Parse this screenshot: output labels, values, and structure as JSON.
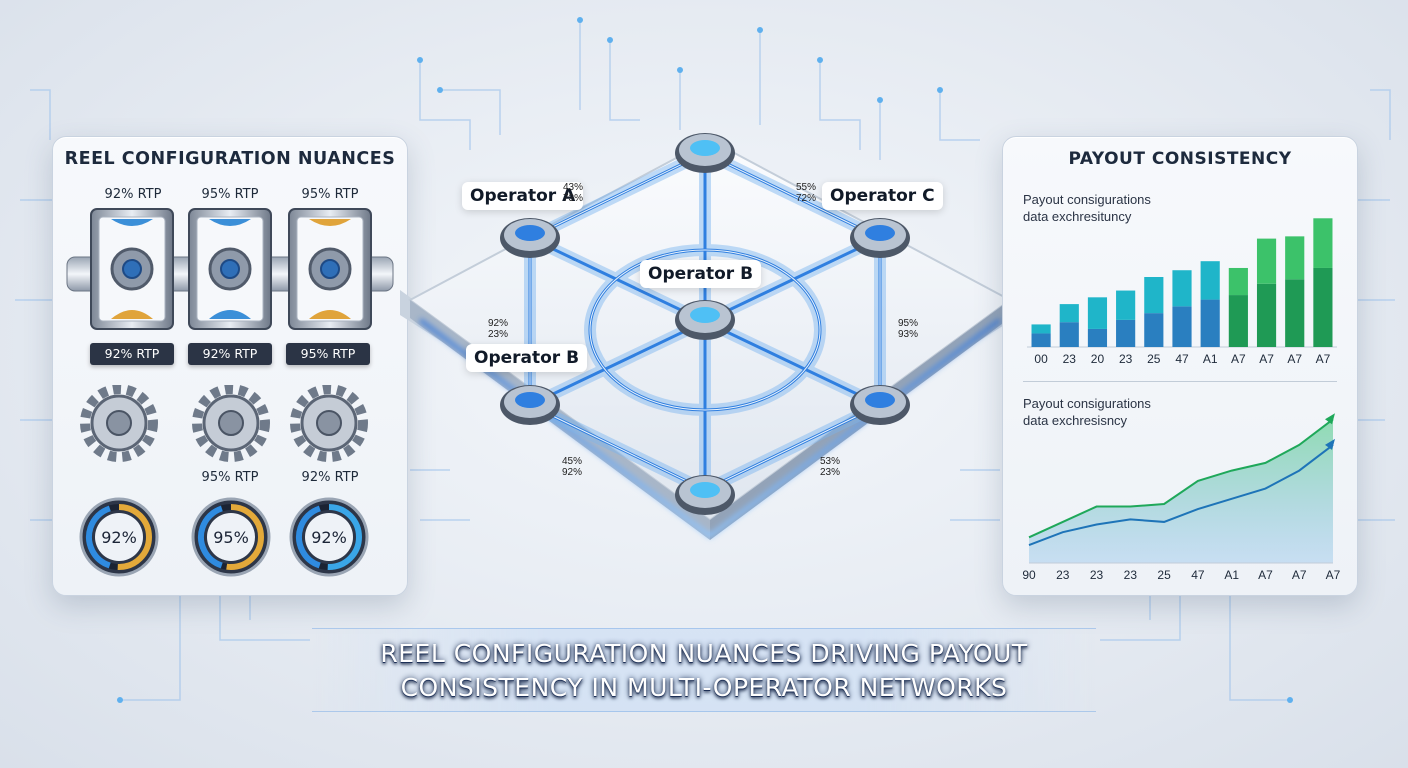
{
  "left_panel": {
    "title": "REEL CONFIGURATION NUANCES",
    "top_labels": [
      "92% RTP",
      "95% RTP",
      "95% RTP"
    ],
    "pill_labels": [
      "92% RTP",
      "92% RTP",
      "95% RTP"
    ],
    "gear_labels": [
      "95% RTP",
      "92% RTP"
    ],
    "gauges": [
      {
        "label": "92%",
        "value": 0.92,
        "color": "#e3a93a"
      },
      {
        "label": "95%",
        "value": 0.95,
        "color": "#e3a93a"
      },
      {
        "label": "92%",
        "value": 0.92,
        "color": "#3aa6e8"
      }
    ]
  },
  "network": {
    "operators": {
      "a": "Operator A",
      "b_center": "Operator B",
      "b_left": "Operator B",
      "c": "Operator C"
    },
    "percent_notes": [
      {
        "top": "43%",
        "bottom": "73%"
      },
      {
        "top": "55%",
        "bottom": "72%"
      },
      {
        "top": "92%",
        "bottom": "23%"
      },
      {
        "top": "95%",
        "bottom": "93%"
      },
      {
        "top": "45%",
        "bottom": "92%"
      },
      {
        "top": "53%",
        "bottom": "23%"
      }
    ]
  },
  "right_panel": {
    "title": "PAYOUT CONSISTENCY",
    "bar_subtitle": [
      "Payout consigurations",
      "data exchresituncy"
    ],
    "line_subtitle": [
      "Payout consigurations",
      "data exchresisncy"
    ],
    "colors": {
      "teal": "#1fb5c9",
      "blue": "#2a7fc0",
      "green": "#3cc26a",
      "darkgreen": "#1f9a55"
    }
  },
  "chart_data": [
    {
      "type": "bar",
      "categories": [
        "00",
        "23",
        "20",
        "23",
        "25",
        "47",
        "A1",
        "A7",
        "A7",
        "A7",
        "A7"
      ],
      "series": [
        {
          "values": [
            0.6,
            1.1,
            0.8,
            1.2,
            1.5,
            1.8,
            2.1,
            2.3,
            2.8,
            3.0,
            3.5
          ]
        },
        {
          "values": [
            0.4,
            0.8,
            1.4,
            1.3,
            1.6,
            1.6,
            1.7,
            1.2,
            2.0,
            1.9,
            2.2
          ]
        }
      ],
      "ylim": [
        0,
        6.2
      ]
    },
    {
      "type": "area",
      "x": [
        "90",
        "23",
        "23",
        "23",
        "25",
        "47",
        "A1",
        "A7",
        "A7",
        "A7"
      ],
      "series": [
        {
          "values": [
            1.0,
            1.6,
            2.2,
            2.2,
            2.3,
            3.2,
            3.6,
            3.9,
            4.6,
            5.6
          ]
        },
        {
          "values": [
            0.7,
            1.2,
            1.5,
            1.7,
            1.6,
            2.1,
            2.5,
            2.9,
            3.6,
            4.6
          ]
        }
      ],
      "ylim": [
        0,
        6
      ]
    }
  ],
  "headline": {
    "line1": "REEL CONFIGURATION NUANCES DRIVING PAYOUT",
    "line2": "CONSISTENCY IN MULTI-OPERATOR NETWORKS"
  }
}
